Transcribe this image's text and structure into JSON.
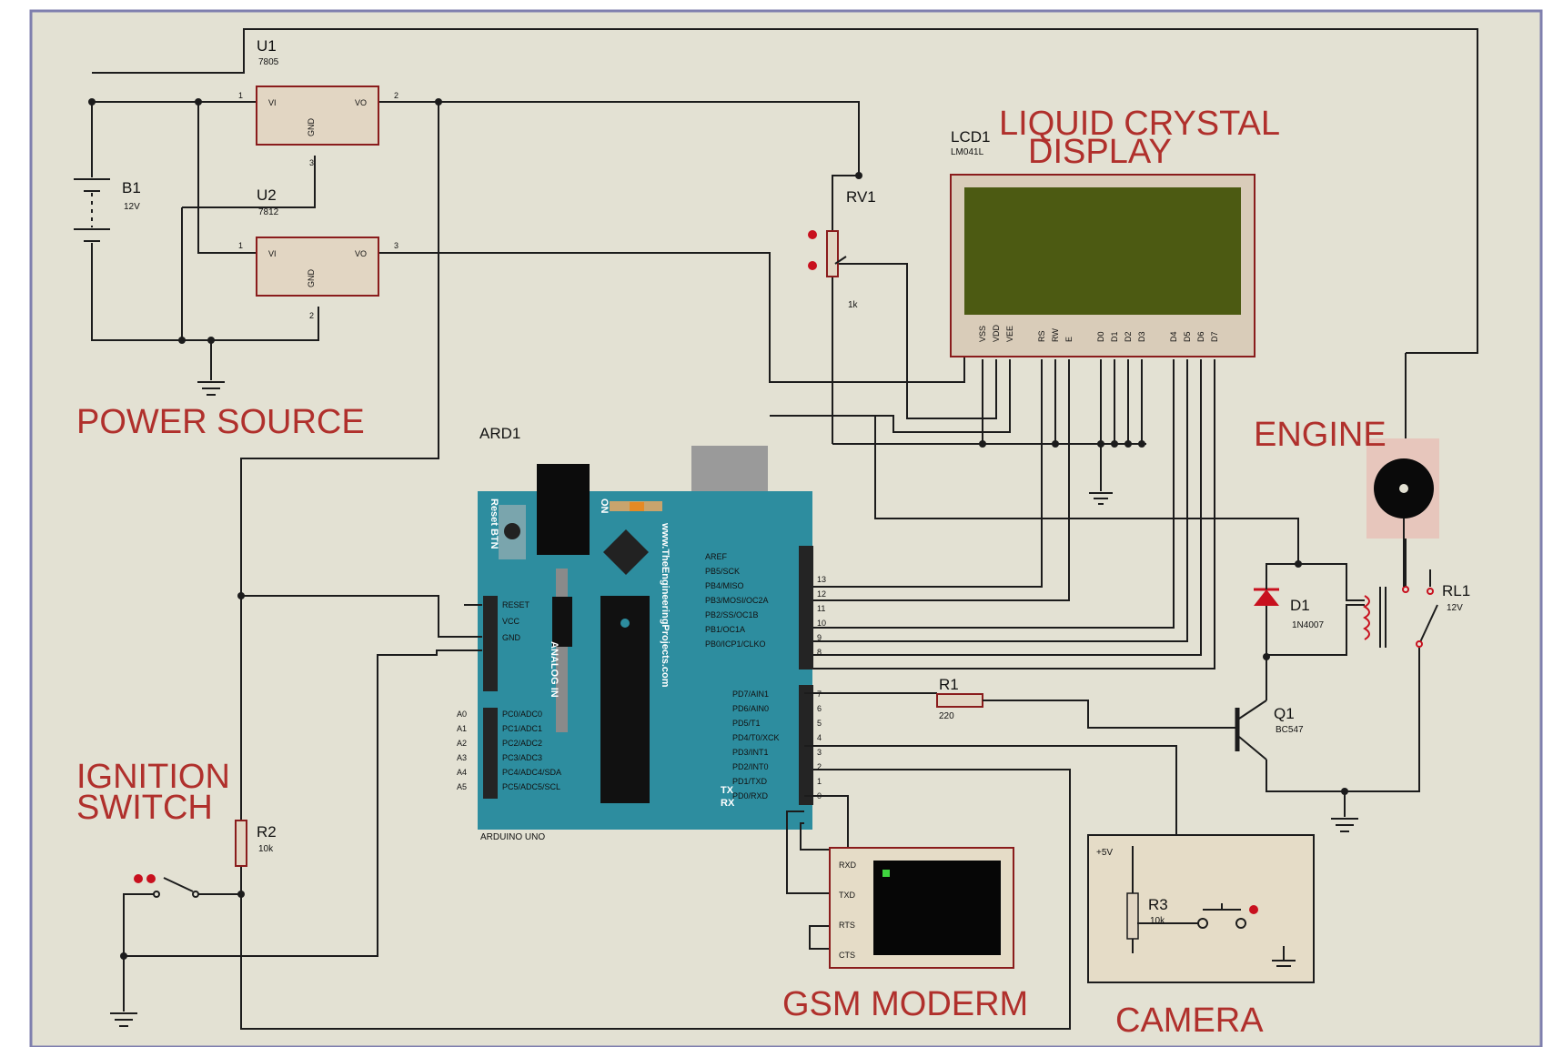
{
  "labels": {
    "power_source": "POWER SOURCE",
    "lcd": "LIQUID CRYSTAL DISPLAY",
    "engine": "ENGINE",
    "ignition": "IGNITION SWITCH",
    "gsm": "GSM MODERM",
    "camera": "CAMERA"
  },
  "components": {
    "u1": {
      "ref": "U1",
      "value": "7805",
      "pin_vi": "VI",
      "pin_vo": "VO",
      "pin_gnd": "GND",
      "pin1": "1",
      "pin2": "2",
      "pin3": "3"
    },
    "u2": {
      "ref": "U2",
      "value": "7812",
      "pin_vi": "VI",
      "pin_vo": "VO",
      "pin_gnd": "GND",
      "pin1": "1",
      "pin2": "3",
      "pin3": "2"
    },
    "b1": {
      "ref": "B1",
      "value": "12V"
    },
    "rv1": {
      "ref": "RV1",
      "value": "1k"
    },
    "lcd1": {
      "ref": "LCD1",
      "value": "LM041L"
    },
    "ard1": {
      "ref": "ARD1",
      "sub": "ARDUINO UNO",
      "site": "www.TheEngineeringProjects.com",
      "analog": "ANALOG IN",
      "reset": "Reset BTN",
      "on": "ON"
    },
    "r1": {
      "ref": "R1",
      "value": "220"
    },
    "r2": {
      "ref": "R2",
      "value": "10k"
    },
    "r3": {
      "ref": "R3",
      "value": "10k"
    },
    "d1": {
      "ref": "D1",
      "value": "1N4007"
    },
    "q1": {
      "ref": "Q1",
      "value": "BC547"
    },
    "rl1": {
      "ref": "RL1",
      "value": "12V"
    },
    "gsm_pins": [
      "RXD",
      "TXD",
      "RTS",
      "CTS"
    ],
    "ard_power_pins": [
      "RESET",
      "VCC",
      "GND"
    ],
    "ard_analog_pins": [
      "PC0/ADC0",
      "PC1/ADC1",
      "PC2/ADC2",
      "PC3/ADC3",
      "PC4/ADC4/SDA",
      "PC5/ADC5/SCL"
    ],
    "ard_analog_nums": [
      "A0",
      "A1",
      "A2",
      "A3",
      "A4",
      "A5"
    ],
    "ard_digital_top": [
      "AREF",
      "PB5/SCK",
      "PB4/MISO",
      "PB3/MOSI/OC2A",
      "PB2/SS/OC1B",
      "PB1/OC1A",
      "PB0/ICP1/CLKO"
    ],
    "ard_digital_top_nums": [
      "",
      "13",
      "12",
      "11",
      "10",
      "9",
      "8"
    ],
    "ard_digital_bottom": [
      "PD7/AIN1",
      "PD6/AIN0",
      "PD5/T1",
      "PD4/T0/XCK",
      "PD3/INT1",
      "PD2/INT0",
      "PD1/TXD",
      "PD0/RXD"
    ],
    "ard_digital_bottom_nums": [
      "7",
      "6",
      "5",
      "4",
      "3",
      "2",
      "1",
      "0"
    ],
    "ard_tx_rx": [
      "TX",
      "RX"
    ],
    "lcd_pins": [
      "VSS",
      "VDD",
      "VEE",
      "RS",
      "RW",
      "E",
      "D0",
      "D1",
      "D2",
      "D3",
      "D4",
      "D5",
      "D6",
      "D7"
    ]
  },
  "colors": {
    "background": "#e3e1d3",
    "frame": "#7f7fae",
    "wire": "#1c1c1c",
    "title": "#b0302c",
    "arduino": "#2d8d9f",
    "lcd_screen": "#4c5a12",
    "gsm_screen": "#060606"
  }
}
